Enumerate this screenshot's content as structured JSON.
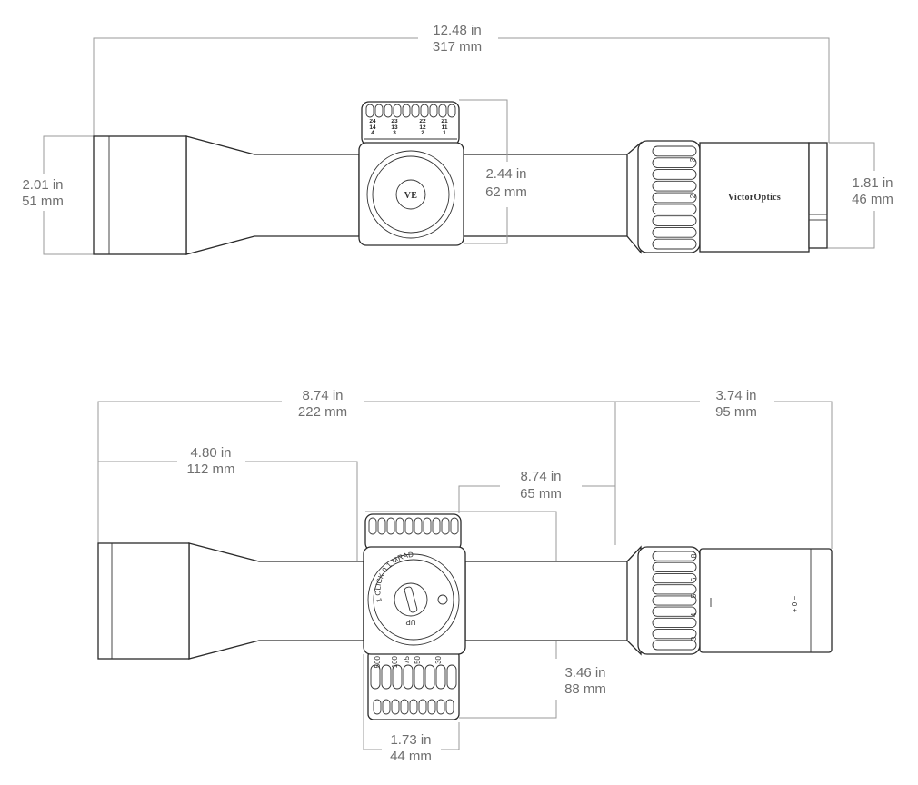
{
  "top_view": {
    "overall_length": {
      "in": "12.48 in",
      "mm": "317 mm"
    },
    "objective_diameter": {
      "in": "2.01 in",
      "mm": "51 mm"
    },
    "turret_height": {
      "in": "2.44 in",
      "mm": "62 mm"
    },
    "eyepiece_diameter": {
      "in": "1.81 in",
      "mm": "46 mm"
    },
    "brand_logo": "VictorOptics",
    "turret_logo": "VE",
    "magnification_marks": [
      "3",
      "2"
    ],
    "turret_scale": [
      "24\n14\n4",
      "23\n13\n3",
      "22\n12\n2",
      "21\n11\n1"
    ]
  },
  "side_view": {
    "objective_to_eyepiece": {
      "in": "8.74 in",
      "mm": "222 mm"
    },
    "eyepiece_length": {
      "in": "3.74 in",
      "mm": "95 mm"
    },
    "objective_to_saddle": {
      "in": "4.80 in",
      "mm": "112 mm"
    },
    "saddle_to_eyepiece": {
      "in": "8.74 in",
      "mm": "65 mm"
    },
    "turret_span": {
      "in": "3.46 in",
      "mm": "88 mm"
    },
    "saddle_width": {
      "in": "1.73 in",
      "mm": "44 mm"
    },
    "turret_text": "1 CLICK 0.1 MRAD",
    "turret_direction": "UP",
    "parallax_marks": [
      "500",
      "100",
      "75",
      "50",
      "30"
    ],
    "magnification_marks": [
      "8",
      "6",
      "5",
      "4",
      "3"
    ],
    "diopter_mark": "+ 0 −"
  }
}
